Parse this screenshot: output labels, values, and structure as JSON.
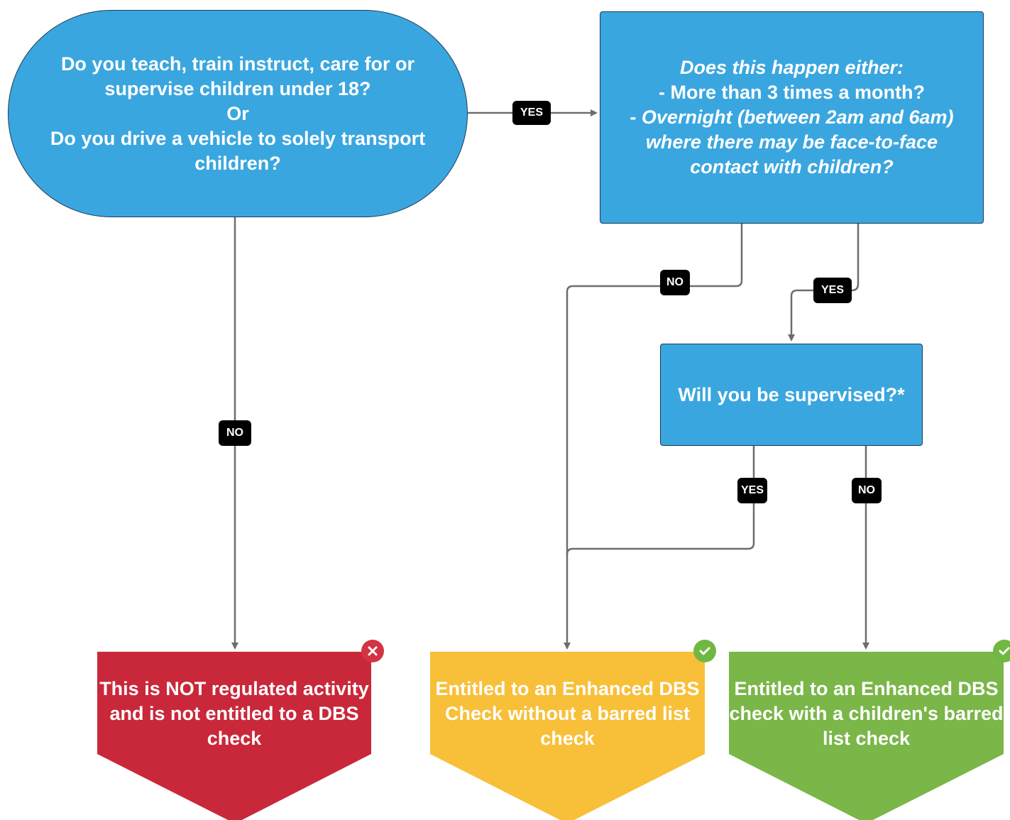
{
  "questions": {
    "q1": {
      "lines": [
        "Do you teach, train instruct, care for or",
        "supervise children under 18?",
        "Or",
        "Do you drive a vehicle to solely transport",
        "children?"
      ]
    },
    "q2": {
      "lines": [
        "Does this happen either:",
        "- More than 3 times a month?",
        "- Overnight (between 2am and 6am)",
        "where there may be face-to-face",
        "contact with children?"
      ]
    },
    "q3": {
      "text": "Will you be supervised?*"
    }
  },
  "labels": {
    "q1_yes": "YES",
    "q1_no": "NO",
    "q2_no": "NO",
    "q2_yes": "YES",
    "q3_yes": "YES",
    "q3_no": "NO"
  },
  "outcomes": {
    "not_regulated": {
      "text": "This is NOT regulated activity and is not entitled to a DBS check",
      "color": "#c9283a",
      "badge": "cross",
      "badge_color": "#d23443"
    },
    "enhanced_no_barred": {
      "text": "Entitled to an Enhanced DBS Check without a barred list check",
      "color": "#f8bf38",
      "badge": "check",
      "badge_color": "#71b843"
    },
    "enhanced_with_barred": {
      "text": "Entitled to an Enhanced DBS check with a children's barred list check",
      "color": "#7ab648",
      "badge": "check",
      "badge_color": "#71b843"
    }
  }
}
